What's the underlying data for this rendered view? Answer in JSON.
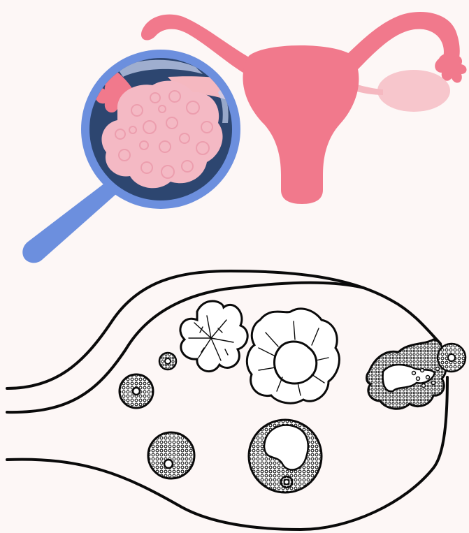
{
  "illustration": {
    "top": {
      "subject": "uterus-with-ovaries",
      "magnifier_subject": "polycystic-ovary-close-up",
      "colors": {
        "background": "#fdf7f6",
        "uterus": "#f1798c",
        "ovary": "#f7c6cc",
        "magnifier_rim": "#6c8fde",
        "magnifier_lens": "#2d4670",
        "magnified_ovary": "#f4b9c4",
        "lens_glare": "#c5d1ef"
      }
    },
    "bottom": {
      "subject": "ovary-cross-section-follicle-stages",
      "line_color": "#0a0a0a",
      "follicle_count": 7
    }
  }
}
